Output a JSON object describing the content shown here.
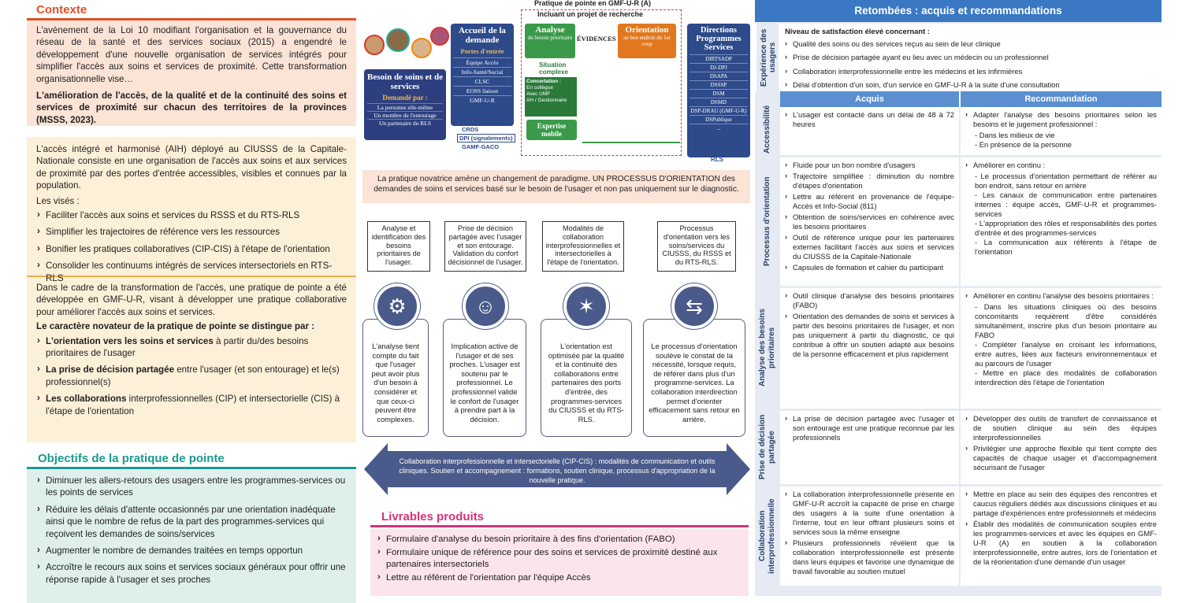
{
  "left": {
    "contexte_title": "Contexte",
    "contexte_p1": "L'avènement de la Loi 10 modifiant l'organisation et la gouvernance du réseau de la santé et des services sociaux (2015) a engendré le développement d'une nouvelle organisation de services intégrés pour simplifier l'accès aux soins et services de proximité. Cette transformation organisationnelle vise…",
    "contexte_p2": "L'amélioration de l'accès, de la qualité et de la continuité des soins et services de proximité sur chacun des territoires de la provinces (MSSS, 2023).",
    "aih_p": "L'accès intégré et harmonisé (AIH) déployé au CIUSSS de la Capitale-Nationale consiste en une organisation de l'accès aux soins et aux services de proximité par des portes d'entrée accessibles, visibles et connues par la population.",
    "vises_label": "Les visés :",
    "vises": [
      "Faciliter l'accès aux soins et services du RSSS et du RTS-RLS",
      "Simplifier les trajectoires de référence vers les ressources",
      "Bonifier les pratiques collaboratives (CIP-CIS) à l'étape de l'orientation",
      "Consolider les continuums intégrés de services intersectoriels en RTS-RLS"
    ],
    "cadre_p": "Dans le cadre de la transformation de l'accès, une pratique de pointe a été développée en GMF-U-R, visant à développer une pratique collaborative pour améliorer l'accès aux soins et services.",
    "novateur_label": "Le caractère novateur de la pratique de pointe se distingue par :",
    "novateur": [
      {
        "b": "L'orientation vers les soins et services",
        "t": " à partir du/des besoins prioritaires de l'usager"
      },
      {
        "b": "La prise de décision partagée",
        "t": " entre l'usager (et son entourage) et le(s) professionnel(s)"
      },
      {
        "b": "Les collaborations",
        "t": " interprofessionnelles (CIP) et intersectorielle (CIS) à l'étape de l'orientation"
      }
    ],
    "objectifs_title": "Objectifs de la pratique de pointe",
    "objectifs": [
      "Diminuer les allers-retours des usagers entre les programmes-services ou les points de services",
      "Réduire les délais d'attente occasionnés par une orientation inadéquate ainsi que le nombre de refus de la part des programmes-services qui reçoivent les demandes de soins/services",
      "Augmenter le nombre de demandes traitées en temps opportun",
      "Accroître le recours aux soins et services sociaux généraux pour offrir une réponse rapide à l'usager et ses proches"
    ]
  },
  "diagram": {
    "top_label1": "Pratique de pointe en GMF-U-R (A)",
    "top_label2": "Incluant un projet de recherche",
    "besoin_title": "Besoin de soins et de services",
    "demande_par": "Demandé par :",
    "demande_list": [
      "La personne elle-même",
      "Un membre de l'entourage",
      "Un partenaire du RLS"
    ],
    "accueil_title": "Accueil de la demande",
    "portes": "Portes d'entrée",
    "portes_list": [
      "Équipe Accès",
      "Info-Santé/Social",
      "CLSC",
      "EOSS liaison",
      "GMF-U-R"
    ],
    "crds": "CRDS",
    "dpi": "DPI (signalements)",
    "gacd": "GAMF-GACO",
    "analyse_title": "Analyse",
    "analyse_sub": "du besoin prioritaire",
    "evidences": "ÉVIDENCES",
    "orientation_title": "Orientation",
    "orientation_sub": "au bon endroit du 1er coup",
    "situation": "Situation complexe",
    "concertation": "Concertation :",
    "conc_list": [
      "En collègue",
      "Avec UMF",
      "AH / Gestionnaire"
    ],
    "expertise": "Expertise mobile",
    "directions_title": "Directions Programmes Services",
    "directions_list": [
      "DIRTSADP",
      "DJ-DPJ",
      "DSAPA",
      "DSSSP",
      "DSM",
      "DSMD",
      "DSP-DRAU (GMF-U-R)",
      "DSPublique",
      "..."
    ],
    "rls": "RLS"
  },
  "paradigm": "La pratique novatrice amène un changement de paradigme. UN PROCESSUS D'ORIENTATION des demandes de soins et services basé sur le besoin de l'usager et non pas uniquement sur le diagnostic.",
  "steps": [
    {
      "head": "Analyse et identification des besoins prioritaires de l'usager.",
      "icon": "analysis-icon",
      "text": "L'analyse tient compte du fait que l'usager peut avoir plus d'un besoin à considérer et que ceux-ci peuvent être complexes."
    },
    {
      "head": "Prise de décision partagée avec l'usager et son entourage. Validation du confort décisionnel de l'usager.",
      "icon": "meeting-icon",
      "text": "Implication active de l'usager et de ses proches. L'usager est soutenu par le professionnel. Le professionnel valide le confort de l'usager à prendre part à la décision."
    },
    {
      "head": "Modalités de collaboration interprofessionnelles et intersectorielles à l'étape de l'orientation.",
      "icon": "network-icon",
      "text": "L'orientation est optimisée par la qualité et la continuité des collaborations entre partenaires des ports d'entrée, des programmes-services du CIUSSS et du RTS-RLS."
    },
    {
      "head": "Processus d'orientation vers les soins/services du CIUSSS, du RSSS et du RTS-RLS.",
      "icon": "signpost-icon",
      "text": "Le processus d'orientation soulève le constat de la nécessité, lorsque requis, de référer dans plus d'un programme-services. La collaboration interdirection permet d'orienter efficacement sans retour en arrière."
    }
  ],
  "arrow_text": "Collaboration interprofessionnelle et intersectorielle (CIP-CIS) : modalités de communication et outils cliniques. Soutien et accompagnement : formations, soutien clinique, processus d'appropriation de la nouvelle pratique.",
  "livrables_title": "Livrables produits",
  "livrables": [
    "Formulaire d'analyse du besoin prioritaire à des fins d'orientation (FABO)",
    "Formulaire unique de référence pour des soins et services de proximité destiné aux partenaires intersectoriels",
    "Lettre au référent de l'orientation par l'équipe Accès"
  ],
  "right": {
    "title": "Retombées : acquis et recommandations",
    "exp_label": "Expérience des usagers",
    "exp_intro": "Niveau de satisfaction élevé concernant :",
    "exp_list": [
      "Qualité des soins ou des services reçus au sein de leur clinique",
      "Prise de décision partagée ayant eu lieu avec un médecin ou un professionnel",
      "Collaboration interprofessionnelle entre les médecins et les infirmières",
      "Délai d'obtention d'un soin, d'un service en GMF-U-R à la suite d'une consultation"
    ],
    "col_acquis": "Acquis",
    "col_reco": "Recommandation",
    "rows": [
      {
        "label": "Accessibilité",
        "acquis": [
          "L'usager est contacté dans un délai de 48 à 72 heures"
        ],
        "reco": [
          "Adapter l'analyse des besoins prioritaires selon les besoins et le jugement professionnel :"
        ],
        "reco_sub": [
          "Dans les milieux de vie",
          "En présence de la personne"
        ]
      },
      {
        "label": "Processus d'orientation",
        "acquis": [
          "Fluide pour un bon nombre d'usagers",
          "Trajectoire simplifiée : diminution du nombre d'étapes d'orientation",
          "Lettre au référent en provenance de l'équipe-Accès et Info-Social (811)",
          "Obtention de soins/services en cohérence avec les besoins prioritaires",
          "Outil de référence unique pour les partenaires externes facilitant l'accès aux soins et services du CIUSSS de la Capitale-Nationale",
          "Capsules de formation et cahier du participant"
        ],
        "reco": [
          "Améliorer en continu :"
        ],
        "reco_sub": [
          "Le processus d'orientation permettant de référer au bon endroit, sans retour en arrière",
          "Les canaux de communication entre partenaires internes : équipe accès, GMF-U-R et programmes-services",
          "L'appropriation des rôles et responsabilités des portes d'entrée et des programmes-services",
          "La communication aux référents à l'étape de l'orientation"
        ]
      },
      {
        "label": "Analyse des besoins prioritaires",
        "acquis": [
          "Outil clinique d'analyse des besoins prioritaires (FABO)",
          "Orientation des demandes de soins et services à partir des besoins prioritaires de l'usager, et non pas uniquement à partir du diagnostic, ce qui contribue à offrir un soutien adapté aux besoins de la personne efficacement et plus rapidement"
        ],
        "reco": [
          "Améliorer en continu l'analyse des besoins prioritaires :"
        ],
        "reco_sub": [
          "Dans les situations cliniques où des besoins concomitants requièrent d'être considérés simultanément, inscrire plus d'un besoin prioritaire au FABO",
          "Compléter l'analyse en croisant les informations, entre autres, liées aux facteurs environnementaux et au parcours de l'usager",
          "Mettre en place des modalités de collaboration interdirection dès l'étape de l'orientation"
        ]
      },
      {
        "label": "Prise de décision partagée",
        "acquis": [
          "La prise de décision partagée avec l'usager et son entourage est une pratique reconnue par les professionnels"
        ],
        "reco": [
          "Développer des outils de transfert de connaissance et de soutien clinique au sein des équipes interprofessionnelles",
          "Privilégier une approche flexible qui tient compte des capacités de chaque usager et d'accompagnement sécurisant de l'usager"
        ],
        "reco_sub": []
      },
      {
        "label": "Collaboration interprofessionnelle",
        "acquis": [
          "La collaboration interprofessionnelle présente en GMF-U-R accroît la capacité de prise en charge des usagers à la suite d'une orientation à l'interne, tout en leur offrant plusieurs soins et services sous la même enseigne",
          "Plusieurs professionnels révèlent que la collaboration interprofessionnelle est présente dans leurs équipes et favorise une dynamique de travail favorable au soutien mutuel"
        ],
        "reco": [
          "Mettre en place au sein des équipes des rencontres et caucus réguliers dédiés aux discussions cliniques et au partage d'expériences entre professionnels et médecins",
          "Établir des modalités de communication souples entre les programmes-services et avec les équipes en GMF-U-R (A) en soutien à la collaboration interprofessionnelle, entre autres, lors de l'orientation et de la réorientation d'une demande d'un usager"
        ],
        "reco_sub": []
      }
    ]
  }
}
